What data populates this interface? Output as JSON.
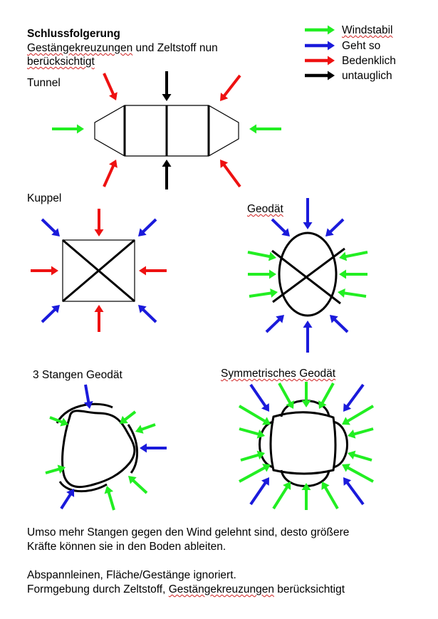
{
  "heading": {
    "title": "Schlussfolgerung",
    "line1_prefix": "",
    "line1_wavy": "Gestängekreuzungen",
    "line1_suffix": " und Zeltstoff nun",
    "line2_wavy": "berücksichtigt"
  },
  "legend": [
    {
      "label": "Windstabil",
      "color": "#22ee22",
      "wavy": true
    },
    {
      "label": "Geht so",
      "color": "#1a1adb",
      "wavy": false
    },
    {
      "label": "Bedenklich",
      "color": "#ee1111",
      "wavy": false
    },
    {
      "label": "untauglich",
      "color": "#000000",
      "wavy": false
    }
  ],
  "shapes": {
    "tunnel": "Tunnel",
    "kuppel": "Kuppel",
    "geodaet": "Geodät",
    "three_pole": "3 Stangen Geodät",
    "symmetric": "Symmetrisches Geodät"
  },
  "footer": {
    "p1_line1": "Umso mehr Stangen gegen den Wind gelehnt sind, desto größere",
    "p1_line2": "Kräfte können sie in den Boden ableiten.",
    "p2_line1": "Abspannleinen, Fläche/Gestänge ignoriert.",
    "p2_line2_prefix": "Formgebung durch Zeltstoff, ",
    "p2_line2_wavy": "Gestängekreuzungen",
    "p2_line2_suffix": " berücksichtigt"
  },
  "colors": {
    "green": "#22ee22",
    "blue": "#1a1adb",
    "red": "#ee1111",
    "black": "#000000"
  }
}
